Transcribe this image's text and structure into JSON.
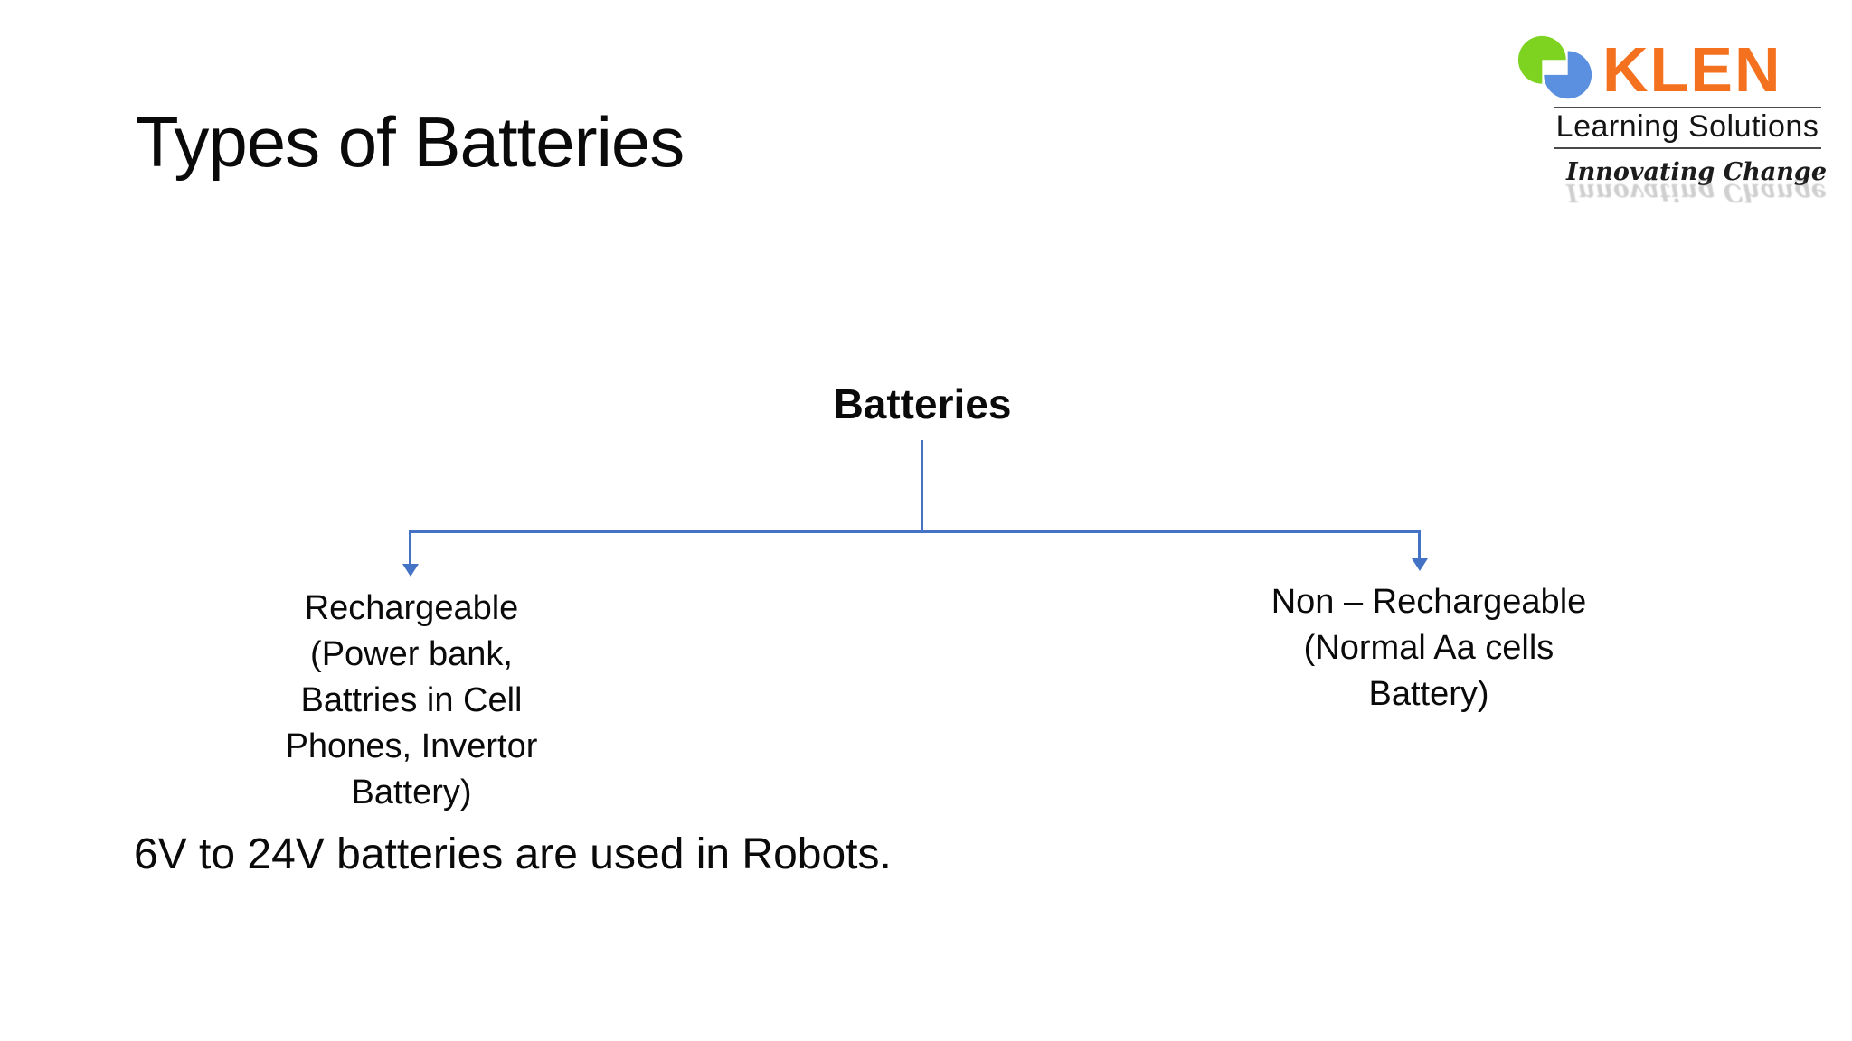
{
  "slide": {
    "title": "Types of Batteries",
    "note": "6V to 24V batteries are used in Robots."
  },
  "logo": {
    "brand": "KLEN",
    "subtitle": "Learning Solutions",
    "tagline": "Innovating Change",
    "colors": {
      "brand_orange": "#F4711F",
      "icon_green": "#7ED321",
      "icon_blue": "#5B8FE0"
    }
  },
  "diagram": {
    "accent_color": "#4472C4",
    "root_label": "Batteries",
    "children": [
      {
        "label": "Rechargeable",
        "detail": "(Power bank,\nBattries in Cell\nPhones, Invertor\nBattery)"
      },
      {
        "label": "Non – Rechargeable",
        "detail": "(Normal Aa cells\nBattery)"
      }
    ]
  }
}
